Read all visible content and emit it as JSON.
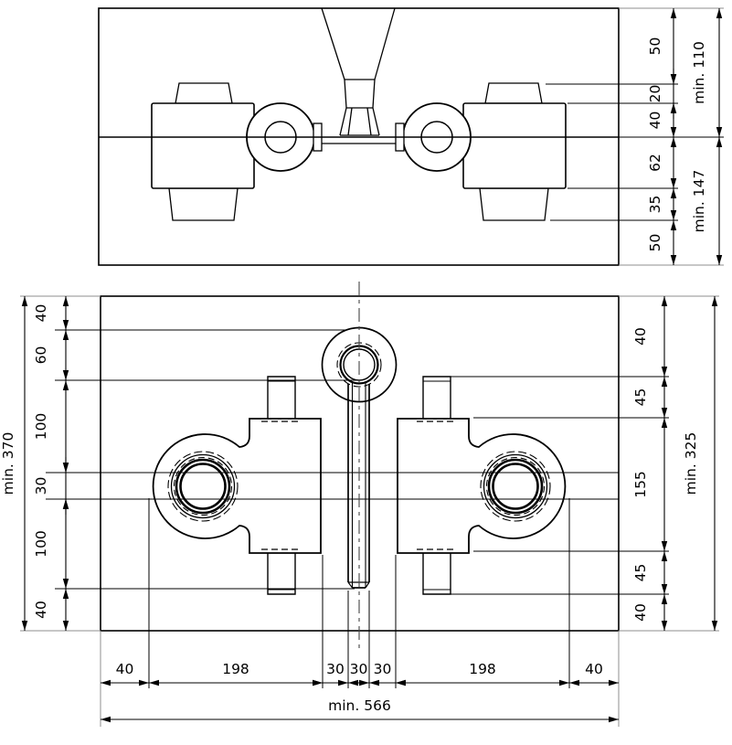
{
  "drawing": {
    "kind": "technical-drawing",
    "description": "two-view mold plate drawing with dimension chains",
    "colors": {
      "background": "#ffffff",
      "line": "#000000",
      "extension_gray": "#8f8f8f",
      "centerline": "#444444"
    }
  },
  "dimensions": {
    "top_right_chain": {
      "labels": [
        "50",
        "20",
        "40",
        "62",
        "35",
        "50"
      ]
    },
    "top_right_overall": {
      "labels": [
        "min. 110",
        "min. 147"
      ]
    },
    "plan_left_chain": {
      "labels": [
        "40",
        "60",
        "100",
        "30",
        "100",
        "40"
      ]
    },
    "plan_left_overall": {
      "labels": [
        "min. 370"
      ]
    },
    "plan_right_chain": {
      "labels": [
        "40",
        "45",
        "155",
        "45",
        "40"
      ]
    },
    "plan_right_overall": {
      "labels": [
        "min. 325"
      ]
    },
    "plan_bottom_chain": {
      "labels": [
        "40",
        "198",
        "30",
        "30",
        "30",
        "198",
        "40"
      ]
    },
    "plan_bottom_overall": {
      "labels": [
        "min. 566"
      ]
    }
  }
}
